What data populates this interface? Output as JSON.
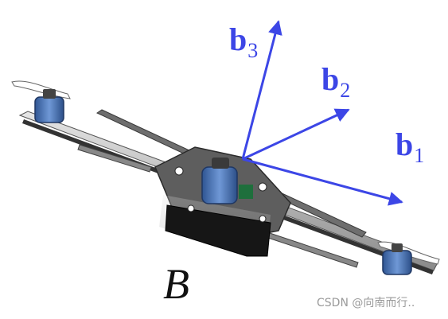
{
  "frame_label": "B",
  "watermark": "CSDN @向南而行..",
  "axes": [
    {
      "bold": "b",
      "sub": "1"
    },
    {
      "bold": "b",
      "sub": "2"
    },
    {
      "bold": "b",
      "sub": "3"
    }
  ],
  "colors": {
    "axis": "#3c46e6",
    "motor": "#4a74b4",
    "arm": "#c9c9c9",
    "body": "#1a1a1a"
  }
}
